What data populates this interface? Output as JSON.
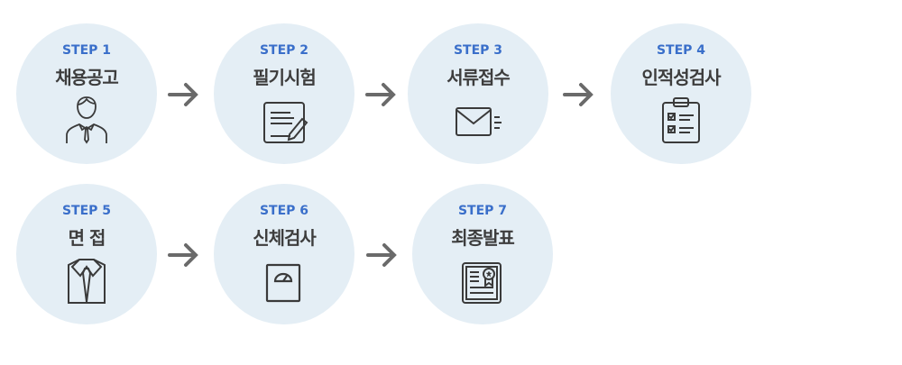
{
  "steps": [
    {
      "label": "STEP 1",
      "title": "채용공고",
      "icon": "businessman-icon"
    },
    {
      "label": "STEP 2",
      "title": "필기시험",
      "icon": "document-pen-icon"
    },
    {
      "label": "STEP 3",
      "title": "서류접수",
      "icon": "envelope-icon"
    },
    {
      "label": "STEP 4",
      "title": "인적성검사",
      "icon": "clipboard-checklist-icon"
    },
    {
      "label": "STEP 5",
      "title": "면 접",
      "icon": "shirt-tie-icon"
    },
    {
      "label": "STEP 6",
      "title": "신체검사",
      "icon": "scale-icon"
    },
    {
      "label": "STEP 7",
      "title": "최종발표",
      "icon": "certificate-icon"
    }
  ],
  "colors": {
    "circle": "#e4eef5",
    "step_label": "#3a6fca",
    "title": "#3d3d3d",
    "icon": "#3a3a3a",
    "arrow": "#6a6a6a"
  }
}
